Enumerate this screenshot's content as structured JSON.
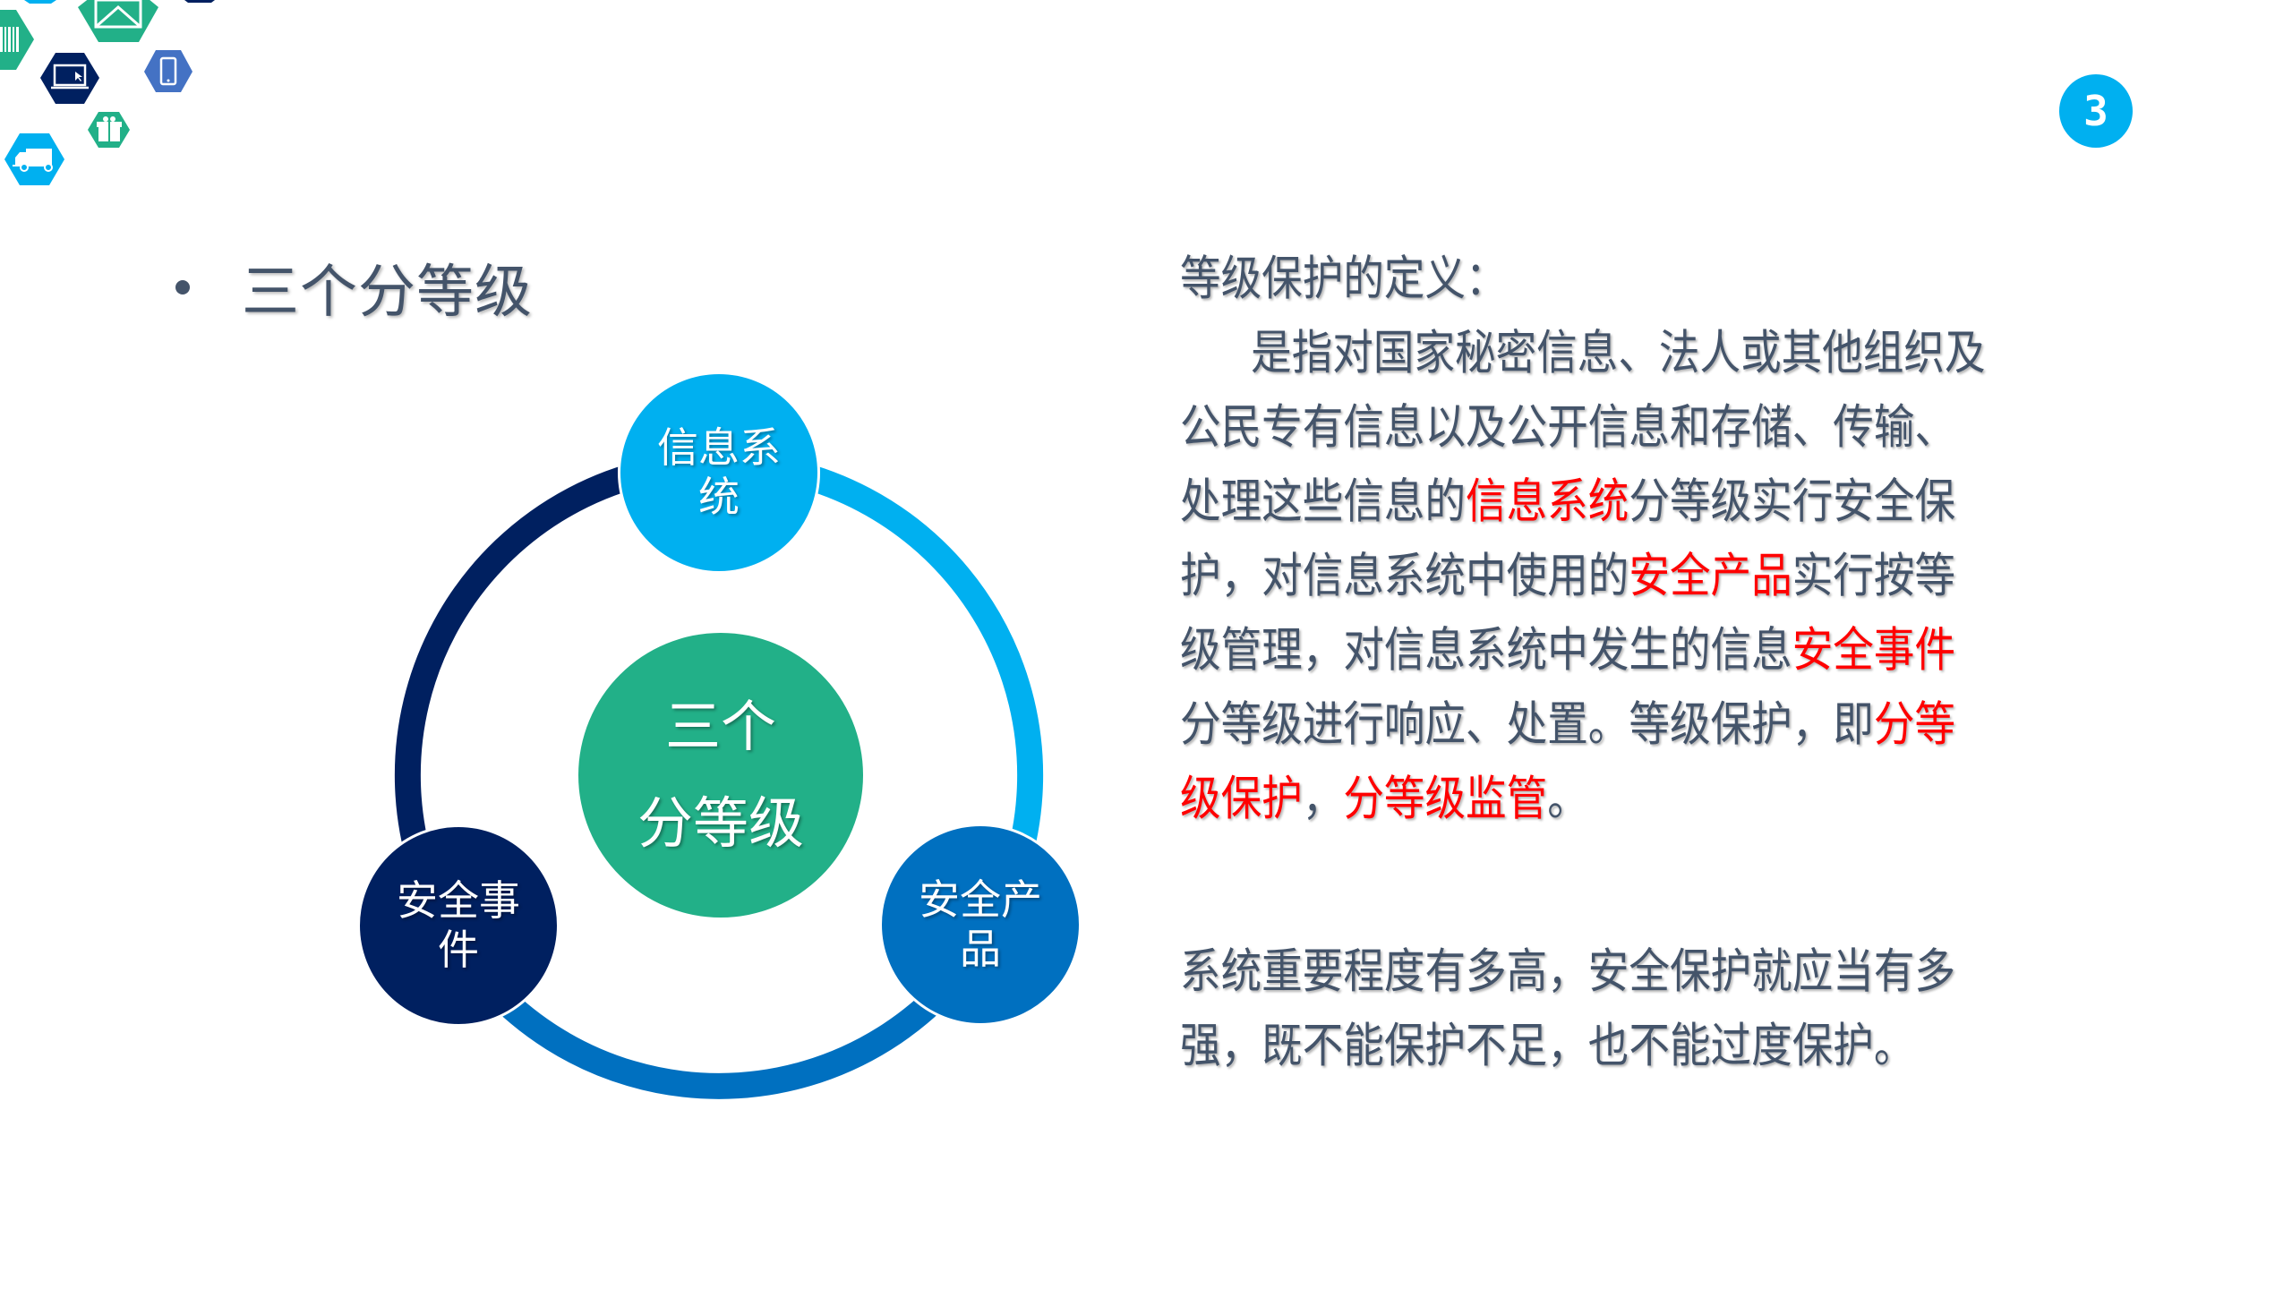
{
  "slide": {
    "page_number": "3",
    "colors": {
      "text": "#44546A",
      "highlight": "#FF0000",
      "accent_light_blue": "#00B0F0",
      "accent_mid_blue": "#0070C0",
      "accent_navy": "#002060",
      "accent_green": "#22B088"
    }
  },
  "decoration": {
    "icons": [
      "barcode-icon",
      "envelope-icon",
      "laptop-icon",
      "smartphone-icon",
      "gift-icon",
      "truck-icon"
    ]
  },
  "heading": {
    "bullet": "•",
    "text": "三个分等级"
  },
  "diagram": {
    "center": {
      "line1": "三个",
      "line2": "分等级"
    },
    "nodes": [
      {
        "line1": "信息系",
        "line2": "统",
        "color": "#00B0F0"
      },
      {
        "line1": "安全产",
        "line2": "品",
        "color": "#0070C0"
      },
      {
        "line1": "安全事",
        "line2": "件",
        "color": "#002060"
      }
    ],
    "ring_colors": [
      "#00B0F0",
      "#0070C0",
      "#002060"
    ]
  },
  "definition": {
    "label": "等级保护的定义：",
    "lines": [
      [
        {
          "t": "是指对国家秘密信息、法人或其他组织及"
        }
      ],
      [
        {
          "t": "公民专有信息以及公开信息和存储、传输、"
        }
      ],
      [
        {
          "t": "处理这些信息的"
        },
        {
          "t": "信息系统",
          "hl": true
        },
        {
          "t": "分等级实行安全保"
        }
      ],
      [
        {
          "t": "护，对信息系统中使用的"
        },
        {
          "t": "安全产品",
          "hl": true
        },
        {
          "t": "实行按等"
        }
      ],
      [
        {
          "t": "级管理，对信息系统中发生的信息"
        },
        {
          "t": "安全事件",
          "hl": true
        }
      ],
      [
        {
          "t": "分等级进行响应、处置。等级保护，即"
        },
        {
          "t": "分等",
          "hl": true
        }
      ],
      [
        {
          "t": "级保护",
          "hl": true
        },
        {
          "t": "，"
        },
        {
          "t": "分等级监管",
          "hl": true
        },
        {
          "t": "。"
        }
      ]
    ]
  },
  "principle": {
    "lines": [
      "系统重要程度有多高，安全保护就应当有多",
      "强，既不能保护不足，也不能过度保护。"
    ]
  }
}
